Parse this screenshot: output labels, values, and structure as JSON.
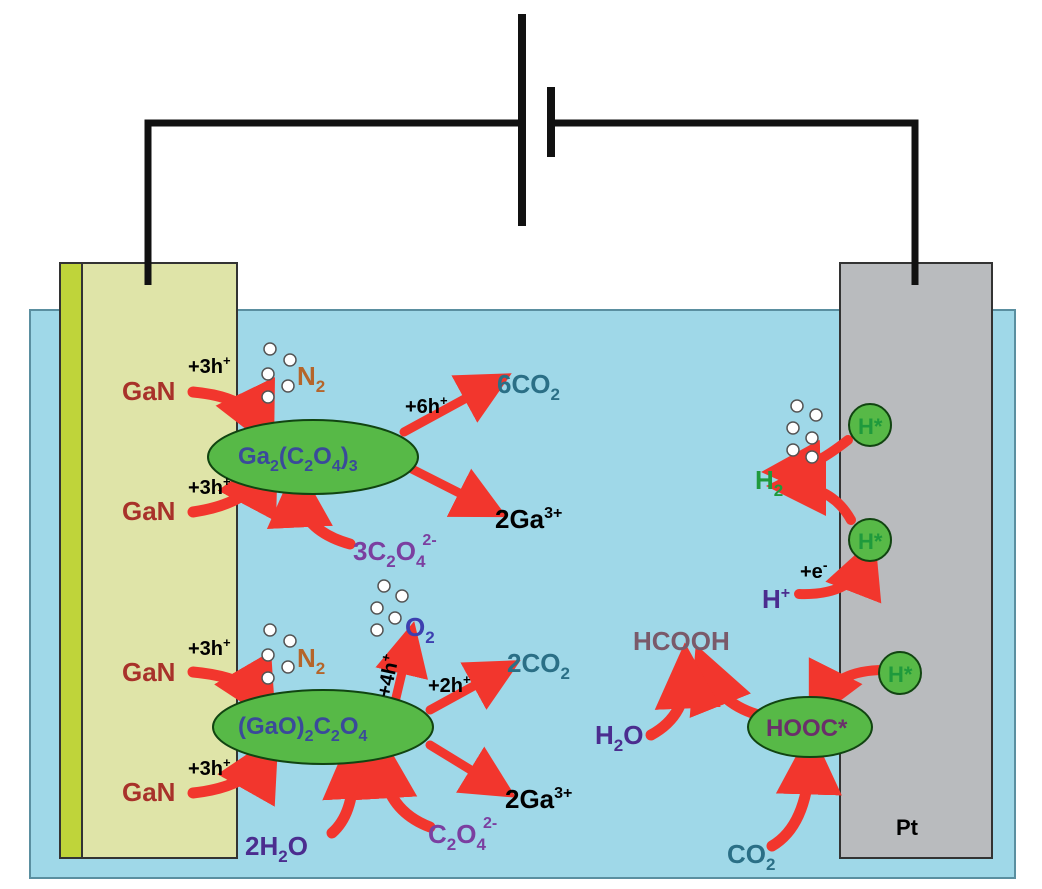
{
  "colors": {
    "solution": "#9fd8e8",
    "gan_electrode": "#dfe4a8",
    "gan_strip": "#bfd43a",
    "pt_electrode": "#b9bbbe",
    "wire": "#111111",
    "arrow": "#f2362d",
    "intermediate_fill": "#57b947",
    "gan_text": "#a8322a",
    "n2_text": "#b5652a",
    "co2_text": "#2a6f86",
    "ga_text": "#000000",
    "oxalate_text": "#7b3fa0",
    "water_text": "#4b2d8f",
    "o2_text": "#3c3fb0",
    "hydrogen_text": "#1f9a3c",
    "formic_text": "#7a5a6a",
    "bubble": "#ffffff"
  },
  "labels": {
    "gan_1": "GaN",
    "gan_2": "GaN",
    "gan_3": "GaN",
    "gan_4": "GaN",
    "hole_3_a": "+3h",
    "hole_3_b": "+3h",
    "hole_3_c": "+3h",
    "hole_3_d": "+3h",
    "hole_sup": "+",
    "n2_a": "N",
    "n2_b": "N",
    "sub_2": "2",
    "sub_3": "3",
    "sub_4": "4",
    "int1_a": "Ga",
    "int1_b": "(C",
    "int1_c": "O",
    "int1_d": ")",
    "int2_a": "(GaO)",
    "int2_b": "C",
    "int2_c": "O",
    "hole_6": "+6h",
    "hole_2": "+2h",
    "hole_4": "+4h",
    "co2_6": "6CO",
    "co2_2": "2CO",
    "co2_r": "CO",
    "ga_a": "2Ga",
    "ga_b": "2Ga",
    "ga_sup": "3+",
    "ox_3": "3C",
    "ox_1": "C",
    "ox_sup": "2-",
    "o2": "O",
    "h2o_l": "2H",
    "h2o_l2": "O",
    "h2o_r": "H",
    "h2o_r2": "O",
    "hstar": "H*",
    "h2": "H",
    "e_minus": "+e",
    "e_sup": "-",
    "hplus": "H",
    "hplus_sup": "+",
    "hcooh": "HCOOH",
    "hooc": "HOOC*",
    "pt": "Pt"
  }
}
